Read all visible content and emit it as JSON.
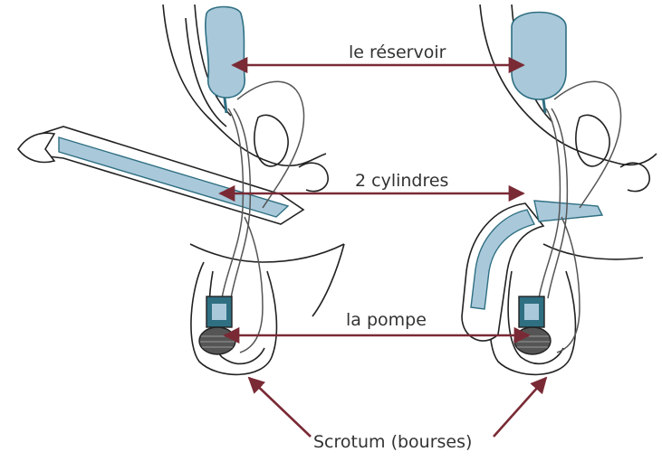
{
  "labels": {
    "reservoir": "le réservoir",
    "cylinders": "2 cylindres",
    "pump": "la pompe",
    "scrotum": "Scrotum (bourses)"
  },
  "colors": {
    "arrow": "#7a2a35",
    "outline": "#222222",
    "implant_fill": "#a9c9da",
    "implant_dark": "#2f6f82",
    "background": "#ffffff"
  },
  "panels": [
    {
      "state": "erect"
    },
    {
      "state": "flaccid"
    }
  ]
}
